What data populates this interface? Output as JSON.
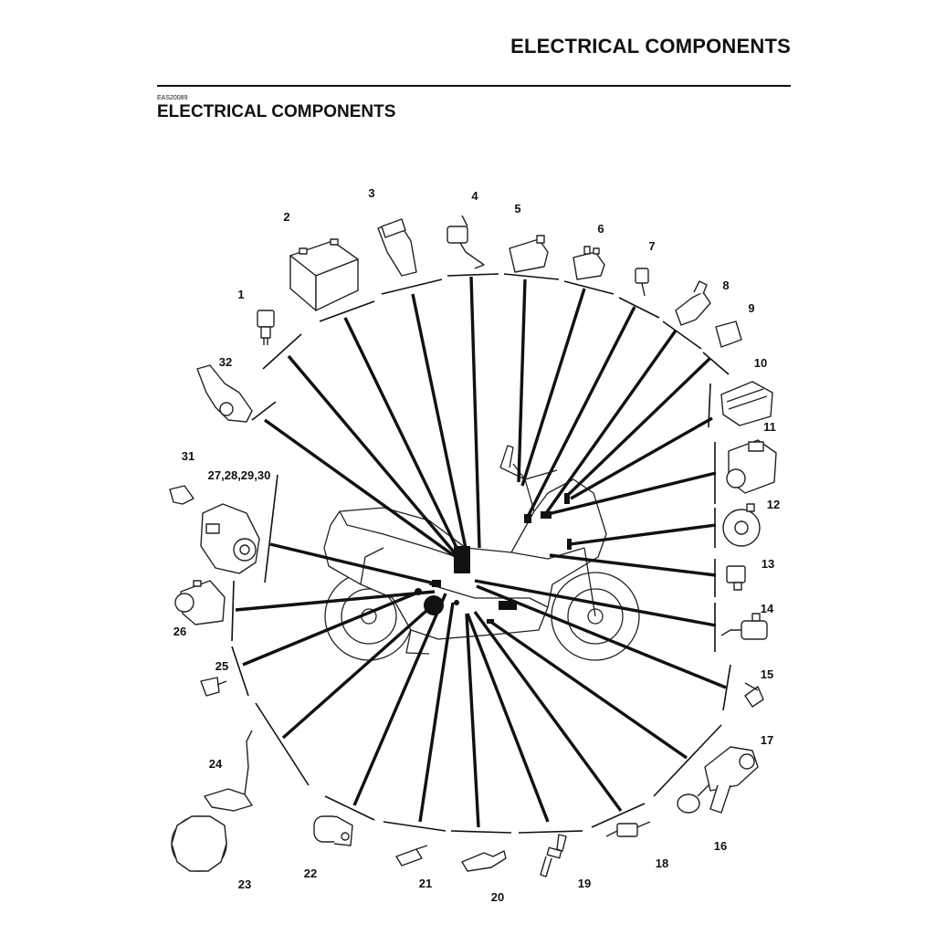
{
  "header": {
    "title": "ELECTRICAL COMPONENTS"
  },
  "section": {
    "code": "EAS20089",
    "title": "ELECTRICAL COMPONENTS"
  },
  "callouts": [
    "1",
    "2",
    "3",
    "4",
    "5",
    "6",
    "7",
    "8",
    "9",
    "10",
    "11",
    "12",
    "13",
    "14",
    "15",
    "16",
    "17",
    "18",
    "19",
    "20",
    "21",
    "22",
    "23",
    "24",
    "25",
    "26",
    "27,28,29,30",
    "31",
    "32"
  ]
}
